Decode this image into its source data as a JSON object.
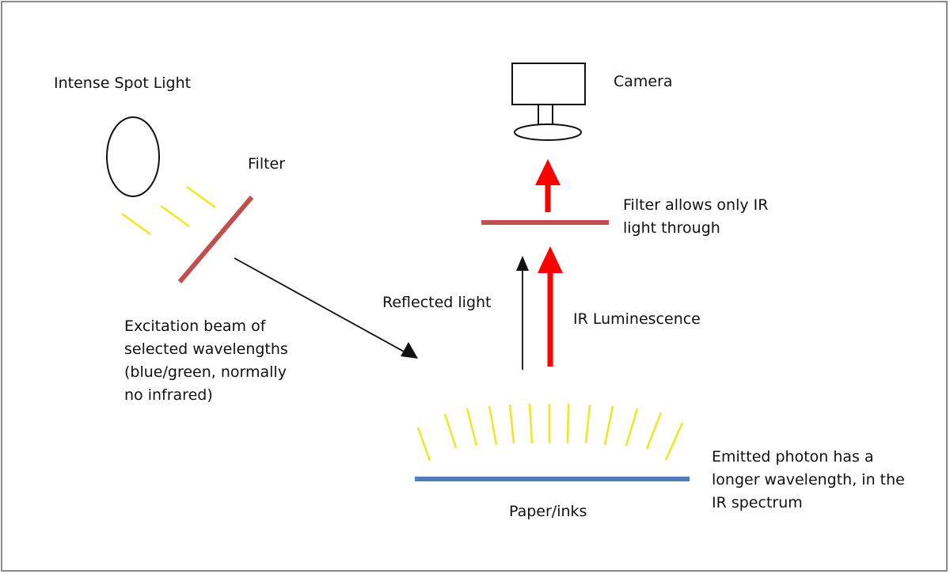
{
  "labels": {
    "spot_light": "Intense Spot Light",
    "filter_left": "Filter",
    "excitation": [
      "Excitation beam of",
      "selected wavelengths",
      "(blue/green, normally",
      "no infrared)"
    ],
    "camera": "Camera",
    "filter_ir": [
      "Filter allows only IR",
      "light through"
    ],
    "reflected": "Reflected light",
    "ir_luminescence": "IR Luminescence",
    "paper": "Paper/inks",
    "emitted": [
      "Emitted photon has a",
      "longer wavelength, in the",
      "IR spectrum"
    ]
  },
  "colors": {
    "filter": "#c0504d",
    "ray": "#f2e620",
    "ir_arrow": "#ff0000",
    "paper": "#4a7ebf",
    "outline": "#111111",
    "frame": "#8a8a8a"
  }
}
